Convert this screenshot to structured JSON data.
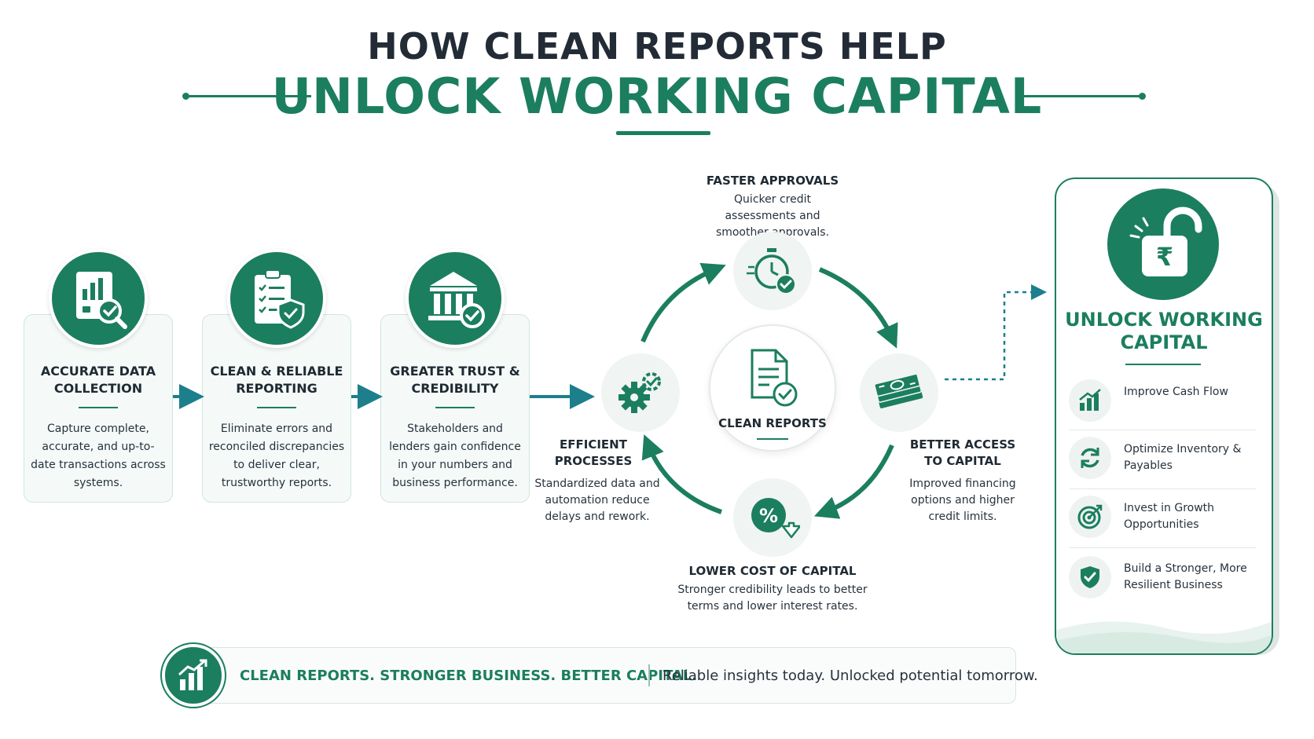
{
  "header": {
    "line1": "HOW CLEAN REPORTS HELP",
    "line2": "UNLOCK WORKING CAPITAL"
  },
  "steps": [
    {
      "title": "ACCURATE DATA COLLECTION",
      "description": "Capture complete, accurate, and up-to-date transactions across systems.",
      "icon": "report-magnifier-icon"
    },
    {
      "title": "CLEAN & RELIABLE REPORTING",
      "description": "Eliminate errors and reconciled discrepancies to deliver clear, trustworthy reports.",
      "icon": "clipboard-shield-icon"
    },
    {
      "title": "GREATER TRUST & CREDIBILITY",
      "description": "Stakeholders and lenders gain confidence in your numbers and business performance.",
      "icon": "bank-check-icon"
    }
  ],
  "cycle": {
    "center": {
      "label": "CLEAN REPORTS",
      "icon": "document-check-icon"
    },
    "top": {
      "title": "FASTER APPROVALS",
      "description": "Quicker credit assessments and smoother approvals.",
      "icon": "stopwatch-check-icon"
    },
    "right": {
      "title": "BETTER ACCESS TO CAPITAL",
      "description": "Improved financing options and higher credit limits.",
      "icon": "cash-stack-icon"
    },
    "bottom": {
      "title": "LOWER COST OF CAPITAL",
      "description": "Stronger credibility leads to better terms and lower interest rates.",
      "icon": "percent-down-icon"
    },
    "left": {
      "title": "EFFICIENT PROCESSES",
      "description": "Standardized data and automation reduce delays and rework.",
      "icon": "gears-check-icon"
    }
  },
  "panel": {
    "title": "UNLOCK WORKING CAPITAL",
    "icon": "rupee-unlock-icon",
    "benefits": [
      {
        "label": "Improve Cash Flow",
        "icon": "growth-chart-icon"
      },
      {
        "label": "Optimize Inventory & Payables",
        "icon": "refresh-cycle-icon"
      },
      {
        "label": "Invest in Growth Opportunities",
        "icon": "target-icon"
      },
      {
        "label": "Build a Stronger, More Resilient Business",
        "icon": "shield-check-icon"
      }
    ]
  },
  "banner": {
    "headline": "CLEAN REPORTS. STRONGER BUSINESS. BETTER CAPITAL.",
    "tagline": "Reliable insights today. Unlocked potential tomorrow.",
    "icon": "bar-growth-icon"
  },
  "colors": {
    "brand_green": "#1b7e5f",
    "dark_text": "#222b36",
    "light_bg": "#f5faf8",
    "flow_teal": "#1d7f8c"
  }
}
